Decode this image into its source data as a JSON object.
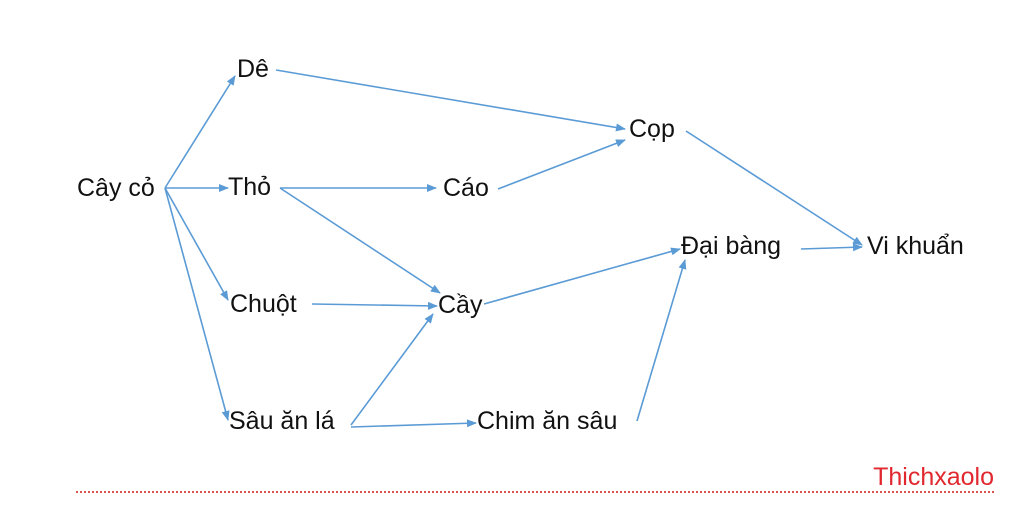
{
  "diagram": {
    "title": "",
    "edge_color": "#5b9bd5",
    "nodes": [
      {
        "id": "cay_co",
        "label": "Cây cỏ"
      },
      {
        "id": "de",
        "label": "Dê"
      },
      {
        "id": "tho",
        "label": "Thỏ"
      },
      {
        "id": "chuot",
        "label": "Chuột"
      },
      {
        "id": "sau",
        "label": "Sâu ăn lá"
      },
      {
        "id": "cao",
        "label": "Cáo"
      },
      {
        "id": "cay",
        "label": "Cầy"
      },
      {
        "id": "chim",
        "label": "Chim ăn sâu"
      },
      {
        "id": "cop",
        "label": "Cọp"
      },
      {
        "id": "dai_bang",
        "label": "Đại bàng"
      },
      {
        "id": "vi_khuan",
        "label": "Vi khuẩn"
      }
    ],
    "edges": [
      {
        "from": "cay_co",
        "to": "de"
      },
      {
        "from": "cay_co",
        "to": "tho"
      },
      {
        "from": "cay_co",
        "to": "chuot"
      },
      {
        "from": "cay_co",
        "to": "sau"
      },
      {
        "from": "de",
        "to": "cop"
      },
      {
        "from": "tho",
        "to": "cao"
      },
      {
        "from": "tho",
        "to": "cay"
      },
      {
        "from": "cao",
        "to": "cop"
      },
      {
        "from": "chuot",
        "to": "cay"
      },
      {
        "from": "sau",
        "to": "cay"
      },
      {
        "from": "sau",
        "to": "chim"
      },
      {
        "from": "cay",
        "to": "dai_bang"
      },
      {
        "from": "chim",
        "to": "dai_bang"
      },
      {
        "from": "cop",
        "to": "vi_khuan"
      },
      {
        "from": "dai_bang",
        "to": "vi_khuan"
      }
    ]
  },
  "watermark": {
    "text": "Thichxaolo",
    "color": "#e0282e"
  }
}
